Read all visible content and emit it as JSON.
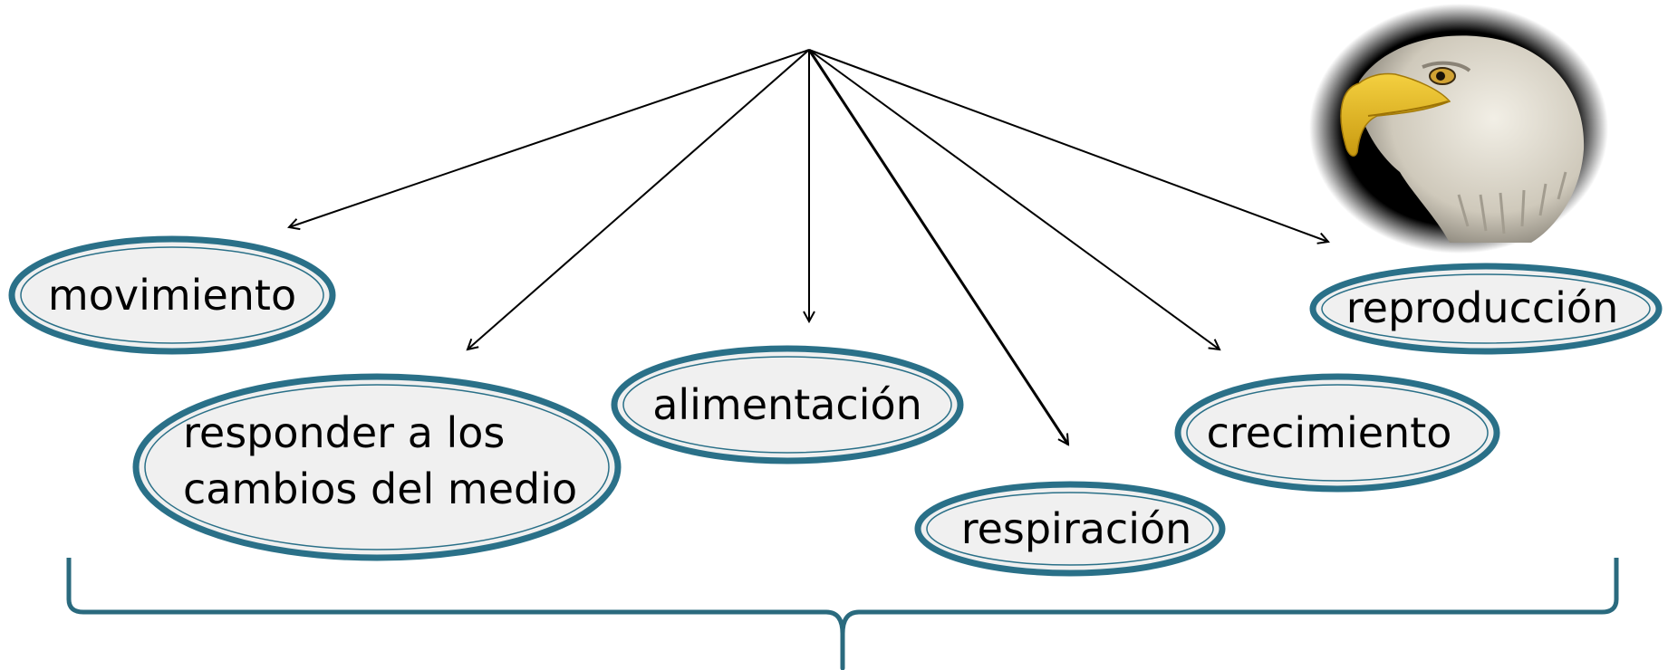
{
  "diagram": {
    "nodes": [
      {
        "id": "movimiento",
        "lines": [
          "movimiento"
        ]
      },
      {
        "id": "responder",
        "lines": [
          "responder a los",
          "cambios del medio"
        ]
      },
      {
        "id": "alimentacion",
        "lines": [
          "alimentación"
        ]
      },
      {
        "id": "respiracion",
        "lines": [
          "respiración"
        ]
      },
      {
        "id": "crecimiento",
        "lines": [
          "crecimiento"
        ]
      },
      {
        "id": "reproduccion",
        "lines": [
          "reproducción"
        ]
      }
    ],
    "colors": {
      "ellipse_stroke": "#2a7088",
      "ellipse_fill": "#f0f0f0",
      "arrow": "#000000",
      "brace": "#2a6a7e"
    },
    "image": {
      "subject": "bald-eagle-head"
    }
  }
}
